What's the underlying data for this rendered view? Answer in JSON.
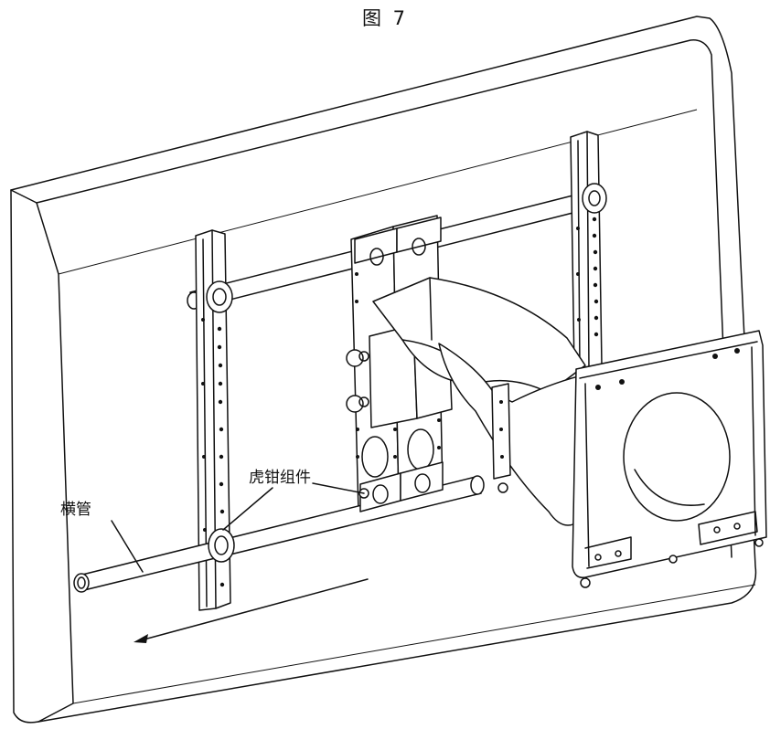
{
  "figure": {
    "title": "图 7",
    "labels": {
      "crossbar": "横管",
      "clamp_assembly": "虎钳组件"
    }
  }
}
